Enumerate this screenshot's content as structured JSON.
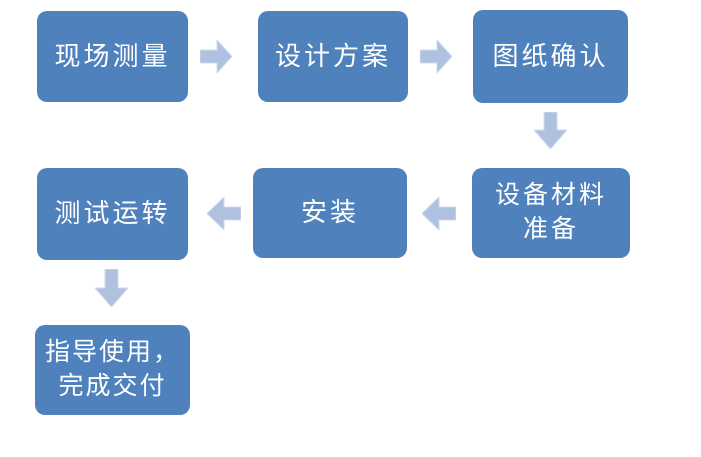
{
  "colors": {
    "background": "#ffffff",
    "box_fill": "#4f81bd",
    "box_text": "#ffffff",
    "arrow_fill": "#aec2e0",
    "arrow_outline": "#cfdaec"
  },
  "flowchart": {
    "steps": [
      {
        "name": "site-survey",
        "lines": [
          "现场测量",
          ""
        ]
      },
      {
        "name": "design-plan",
        "lines": [
          "设计方案",
          ""
        ]
      },
      {
        "name": "drawing-confirmation",
        "lines": [
          "图纸确认",
          ""
        ]
      },
      {
        "name": "equipment-material-prep",
        "lines": [
          "设备材料",
          "准备"
        ]
      },
      {
        "name": "installation",
        "lines": [
          "安装",
          ""
        ]
      },
      {
        "name": "test-run",
        "lines": [
          "测试运转",
          ""
        ]
      },
      {
        "name": "handover",
        "lines": [
          "指导使用，",
          "完成交付"
        ]
      }
    ],
    "connectors": [
      {
        "from": "现场测量",
        "to": "设计方案",
        "direction": "right"
      },
      {
        "from": "设计方案",
        "to": "图纸确认",
        "direction": "right"
      },
      {
        "from": "图纸确认",
        "to": "设备材料准备",
        "direction": "down"
      },
      {
        "from": "设备材料准备",
        "to": "安装",
        "direction": "left"
      },
      {
        "from": "安装",
        "to": "测试运转",
        "direction": "left"
      },
      {
        "from": "测试运转",
        "to": "指导使用，完成交付",
        "direction": "down"
      }
    ]
  }
}
